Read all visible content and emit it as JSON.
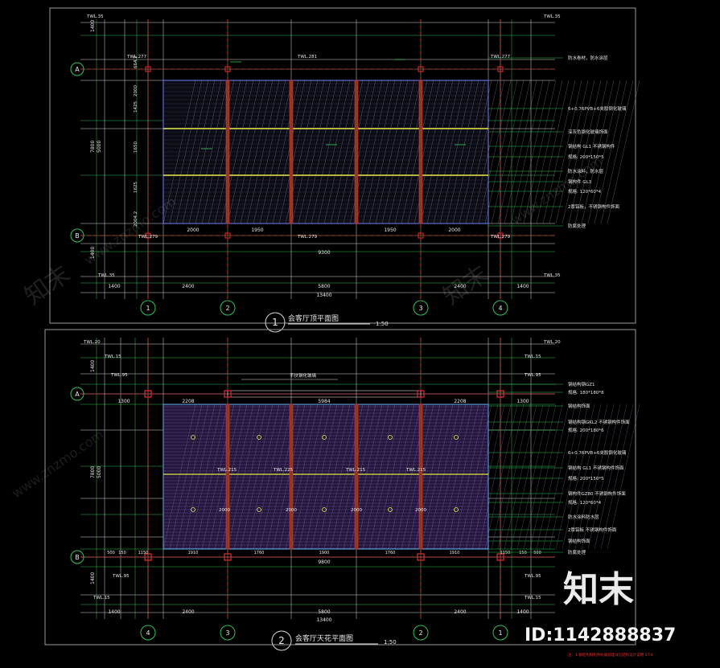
{
  "drawing_1": {
    "number": "1",
    "title": "会客厅顶平面图",
    "scale": "1:50",
    "axes_row": [
      "A",
      "B"
    ],
    "axes_col": [
      "1",
      "2",
      "3",
      "4"
    ],
    "dims_left": [
      "1400",
      "7800",
      "5000",
      "1400"
    ],
    "dims_left_inner": [
      "664.2",
      "2000",
      "1425",
      "1650",
      "1625",
      "2004.2"
    ],
    "dims_bottom": [
      "1400",
      "2400",
      "5800",
      "2400",
      "1400"
    ],
    "dim_total": "13400",
    "dims_span": [
      "2000",
      "1950",
      "1950",
      "2000"
    ],
    "dim_inner": "9300",
    "tags": [
      "TWL.35",
      "TWL.35",
      "TWL.277",
      "TWL.279",
      "TWL.277",
      "TWL.279",
      "TWL.281",
      "TWL.279",
      "TWL.35",
      "TWL.35"
    ],
    "notes": [
      "防水卷材，防水涂层",
      "6+0.76PVB+6夹胶钢化玻璃",
      "深灰色钢化玻璃饰面",
      "钢结构 GL1 不锈钢构件",
      "规格: 200*150*5",
      "防水涂料，防水层",
      "钢构件 GL3",
      "规格: 120*60*4",
      "2厚铝板，不锈钢构件饰面",
      "防腐处理"
    ]
  },
  "drawing_2": {
    "number": "2",
    "title": "会客厅天花平面图",
    "scale": "1:50",
    "axes_row": [
      "A",
      "B"
    ],
    "axes_col": [
      "4",
      "3",
      "2",
      "1"
    ],
    "dims_left": [
      "1400",
      "7800",
      "5000",
      "1400"
    ],
    "dims_top": [
      "1300",
      "2208",
      "5984",
      "2208",
      "1300"
    ],
    "dims_mid": [
      "2000",
      "2000",
      "2000",
      "2000"
    ],
    "dims_bottom_row": [
      "500",
      "150",
      "1150",
      "1910",
      "1760",
      "1900",
      "1760",
      "1910",
      "1150",
      "150",
      "500"
    ],
    "dim_inner": "9800",
    "dims_bottom": [
      "1400",
      "2400",
      "5800",
      "2400",
      "1400"
    ],
    "dim_total": "13400",
    "tags": [
      "TWL.20",
      "TWL.20",
      "TWL.15",
      "TWL.15",
      "TWL.95",
      "TWL.95",
      "TWL.215",
      "TWL.225",
      "TWL.215",
      "TWL.215",
      "TWL.95",
      "TWL.95",
      "TWL.15",
      "TWL.15"
    ],
    "label_top": "手扶钢化玻璃",
    "notes": [
      "钢结构钢GZ1",
      "规格: 180*180*8",
      "钢结构饰面",
      "钢结构钢GKL2 不锈钢构件饰面",
      "规格: 200*180*6",
      "6+0.76PVB+6夹胶钢化玻璃",
      "钢结构 GL1 不锈钢构件饰面",
      "规格: 200*150*5",
      "钢构件GZ80 不锈钢构件饰面",
      "规格: 120*60*4",
      "防水涂料防水层",
      "2厚铝板 不锈钢构件饰面",
      "钢结构饰面",
      "防腐处理"
    ],
    "footnote": "注：1.钢结构钢构件防腐处理详见结构设计说明 ST-4"
  },
  "watermark": {
    "brand": "知末",
    "site": "www.znzmo.com",
    "id_text": "ID:1142888837"
  }
}
